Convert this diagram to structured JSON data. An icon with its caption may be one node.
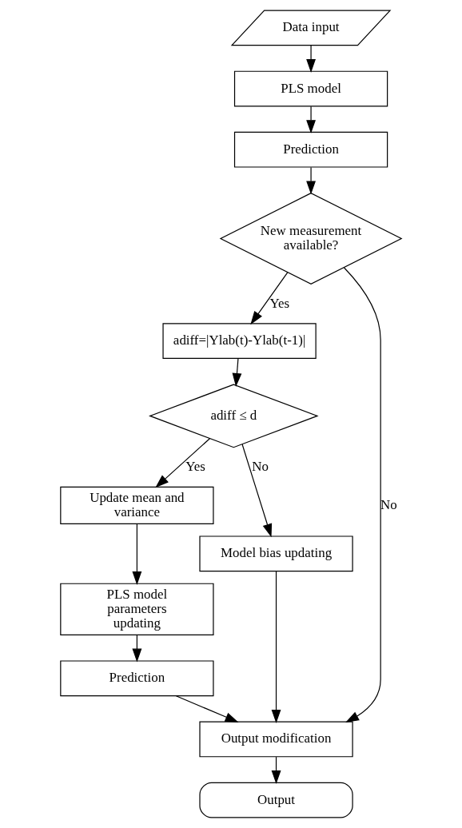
{
  "diagram": {
    "nodes": [
      {
        "text": [
          "Data input"
        ]
      },
      {
        "text": [
          "PLS model"
        ]
      },
      {
        "text": [
          "Prediction"
        ]
      },
      {
        "text": [
          "New measurement available?"
        ]
      },
      {
        "text": [
          "adiff=|Ylab(t)-Ylab(t-1)|"
        ]
      },
      {
        "text": [
          "adiff ≤ d"
        ]
      },
      {
        "text": [
          "Update mean and variance"
        ]
      },
      {
        "text": [
          "PLS model parameters updating"
        ]
      },
      {
        "text": [
          "Model bias updating"
        ]
      },
      {
        "text": [
          "Prediction"
        ]
      },
      {
        "text": [
          "Output modification"
        ]
      },
      {
        "text": [
          "Output"
        ]
      }
    ],
    "edges": [
      {
        "from": 0,
        "to": 1,
        "arrow": "to"
      },
      {
        "from": 1,
        "to": 2,
        "arrow": "to"
      },
      {
        "from": 2,
        "to": 3,
        "arrow": "to"
      },
      {
        "from": 3,
        "to": 4,
        "arrow": "to",
        "label": "Yes"
      },
      {
        "from": 3,
        "to": 10,
        "arrow": "to",
        "label": "No"
      },
      {
        "from": 4,
        "to": 5,
        "arrow": "to"
      },
      {
        "from": 5,
        "to": 6,
        "arrow": "to",
        "label": "Yes"
      },
      {
        "from": 5,
        "to": 8,
        "arrow": "to",
        "label": "No"
      },
      {
        "from": 6,
        "to": 7,
        "arrow": "to"
      },
      {
        "from": 7,
        "to": 9,
        "arrow": "to"
      },
      {
        "from": 9,
        "to": 10,
        "arrow": "to"
      },
      {
        "from": 8,
        "to": 10,
        "arrow": "to"
      },
      {
        "from": 10,
        "to": 11,
        "arrow": "to"
      }
    ]
  }
}
